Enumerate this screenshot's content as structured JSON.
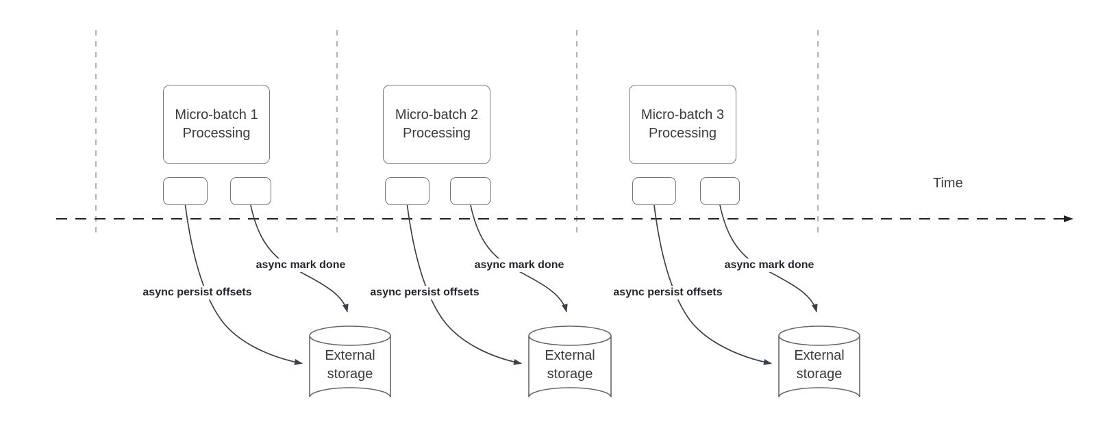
{
  "timeline": {
    "label": "Time"
  },
  "groups": [
    {
      "name": "micro-batch-1",
      "box_label": "Micro-batch 1 Processing",
      "persist_label": "async persist offsets",
      "mark_done_label": "async mark done",
      "storage_label": "External storage"
    },
    {
      "name": "micro-batch-2",
      "box_label": "Micro-batch 2 Processing",
      "persist_label": "async persist offsets",
      "mark_done_label": "async mark done",
      "storage_label": "External storage"
    },
    {
      "name": "micro-batch-3",
      "box_label": "Micro-batch 3 Processing",
      "persist_label": "async persist offsets",
      "mark_done_label": "async mark done",
      "storage_label": "External storage"
    }
  ],
  "colors": {
    "shape_stroke": "#76767c",
    "curve_stroke": "#3a414e",
    "timeline_stroke": "#212121",
    "gridline_stroke": "#b3b3b3",
    "text": "#3a3a40",
    "bold_label_text": "#22262f",
    "background": "#ffffff"
  }
}
